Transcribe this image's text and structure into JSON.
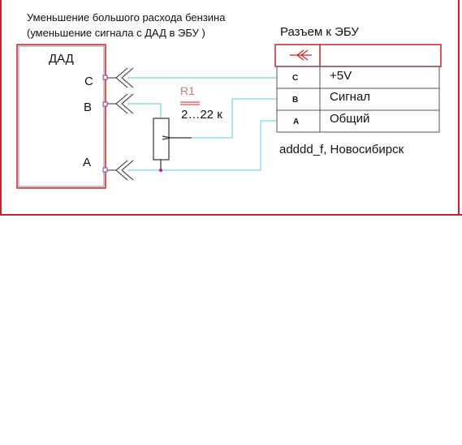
{
  "title": {
    "line1": "Уменьшение большого расхода бензина",
    "line2": "(уменьшение сигнала с ДАД в ЭБУ )"
  },
  "sensor": {
    "label": "ДАД",
    "pins": [
      "C",
      "B",
      "A"
    ]
  },
  "resistor": {
    "name": "R1",
    "value": "2…22 к"
  },
  "connector": {
    "title": "Разъем к ЭБУ",
    "rows": [
      {
        "pin": "C",
        "signal": "+5V"
      },
      {
        "pin": "B",
        "signal": "Сигнал"
      },
      {
        "pin": "A",
        "signal": "Общий"
      }
    ]
  },
  "author": "adddd_f, Новосибирск",
  "colors": {
    "frame": "#c0262c",
    "wire": "#7fd3e0",
    "resistor_label": "#c87a70",
    "node": "#9b2fb0"
  }
}
